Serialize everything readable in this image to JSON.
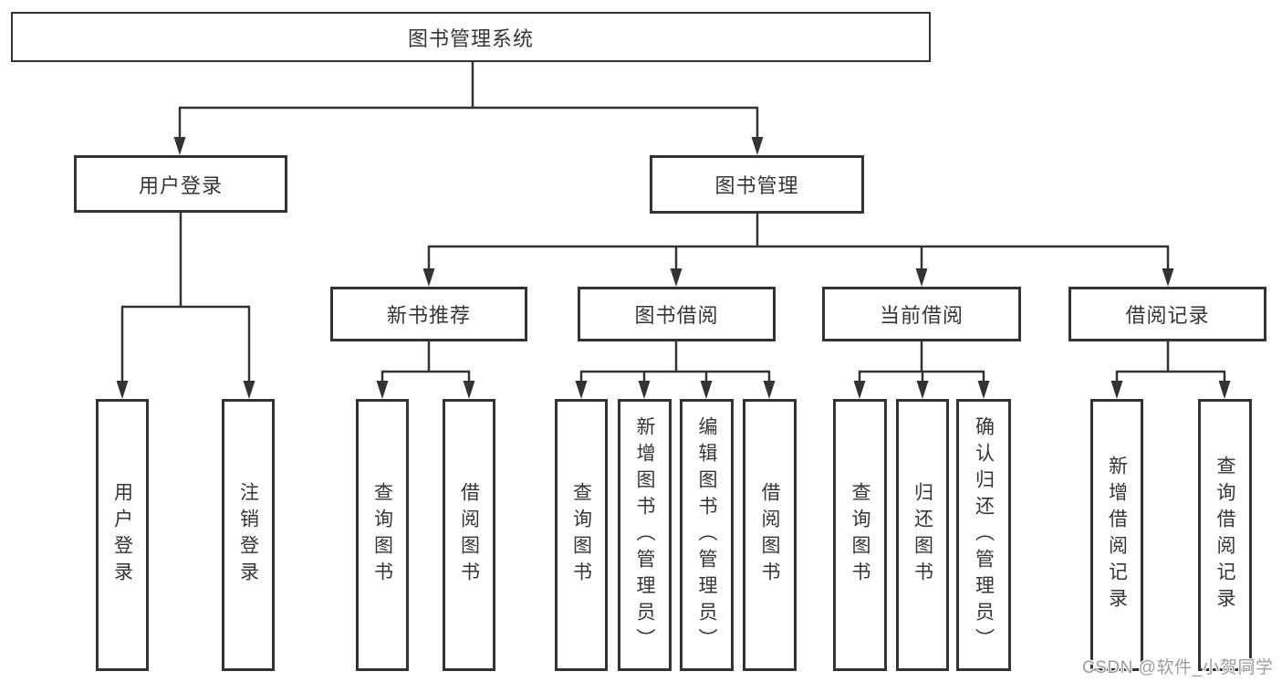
{
  "palette": {
    "line": "#333333",
    "box_border": "#333333",
    "box_fill": "#ffffff",
    "text": "#363636",
    "watermark": "#9d9d9d"
  },
  "tree": {
    "root": {
      "label": "图书管理系统",
      "children": [
        {
          "label": "用户登录",
          "children": [
            {
              "label": "用户登录"
            },
            {
              "label": "注销登录"
            }
          ]
        },
        {
          "label": "图书管理",
          "children": [
            {
              "label": "新书推荐",
              "children": [
                {
                  "label": "查询图书"
                },
                {
                  "label": "借阅图书"
                }
              ]
            },
            {
              "label": "图书借阅",
              "children": [
                {
                  "label": "查询图书"
                },
                {
                  "label": "新增图书（管理员）"
                },
                {
                  "label": "编辑图书（管理员）"
                },
                {
                  "label": "借阅图书"
                }
              ]
            },
            {
              "label": "当前借阅",
              "children": [
                {
                  "label": "查询图书"
                },
                {
                  "label": "归还图书"
                },
                {
                  "label": "确认归还（管理员）"
                }
              ]
            },
            {
              "label": "借阅记录",
              "children": [
                {
                  "label": "新增借阅记录"
                },
                {
                  "label": "查询借阅记录"
                }
              ]
            }
          ]
        }
      ]
    }
  },
  "watermark": {
    "text": "CSDN @软件_小贺同学"
  }
}
